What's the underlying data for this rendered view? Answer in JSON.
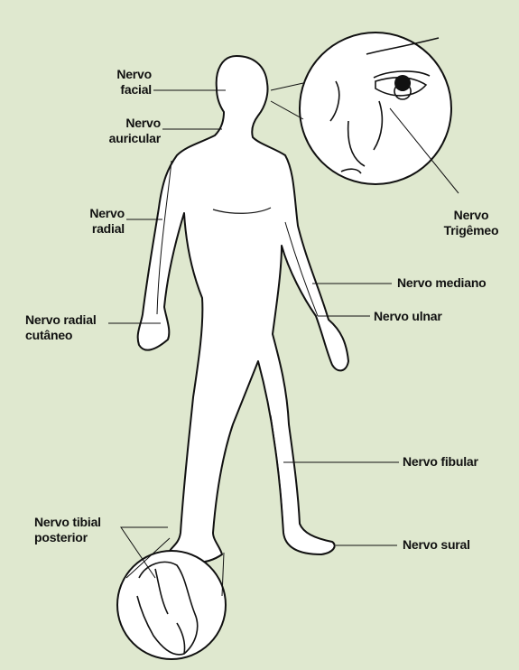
{
  "labels": {
    "facial": "Nervo\nfacial",
    "auricular": "Nervo\nauricular",
    "radial": "Nervo\nradial",
    "radial_cutaneo": "Nervo radial\ncutâneo",
    "trigemeo": "Nervo\nTrigêmeo",
    "mediano": "Nervo mediano",
    "ulnar": "Nervo ulnar",
    "fibular": "Nervo fibular",
    "tibial_posterior": "Nervo tibial\nposterior",
    "sural": "Nervo sural"
  },
  "colors": {
    "background": "#dfe8cf",
    "figure_fill": "#ffffff",
    "outline": "#111111"
  }
}
